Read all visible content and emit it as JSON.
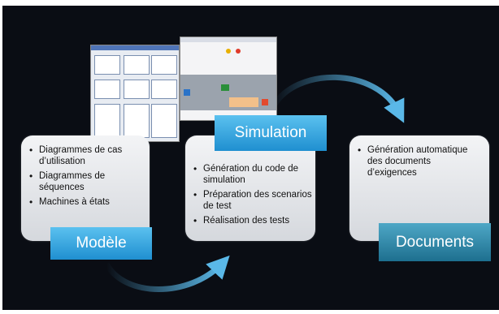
{
  "steps": {
    "modele": {
      "label": "Modèle",
      "items": [
        "Diagrammes de cas d’utilisation",
        "Diagrammes de séquences",
        "Machines à états"
      ]
    },
    "simulation": {
      "label": "Simulation",
      "items": [
        "Génération du code de simulation",
        "Préparation des scenarios de test",
        "Réalisation des tests"
      ]
    },
    "documents": {
      "label": "Documents",
      "items": [
        "Génération automatique des documents d’exigences"
      ]
    }
  },
  "colors": {
    "background": "#0a0d14",
    "arrow": "#5ab8e8",
    "label_blue": "#2fa6e0",
    "label_teal": "#2a86a8"
  }
}
